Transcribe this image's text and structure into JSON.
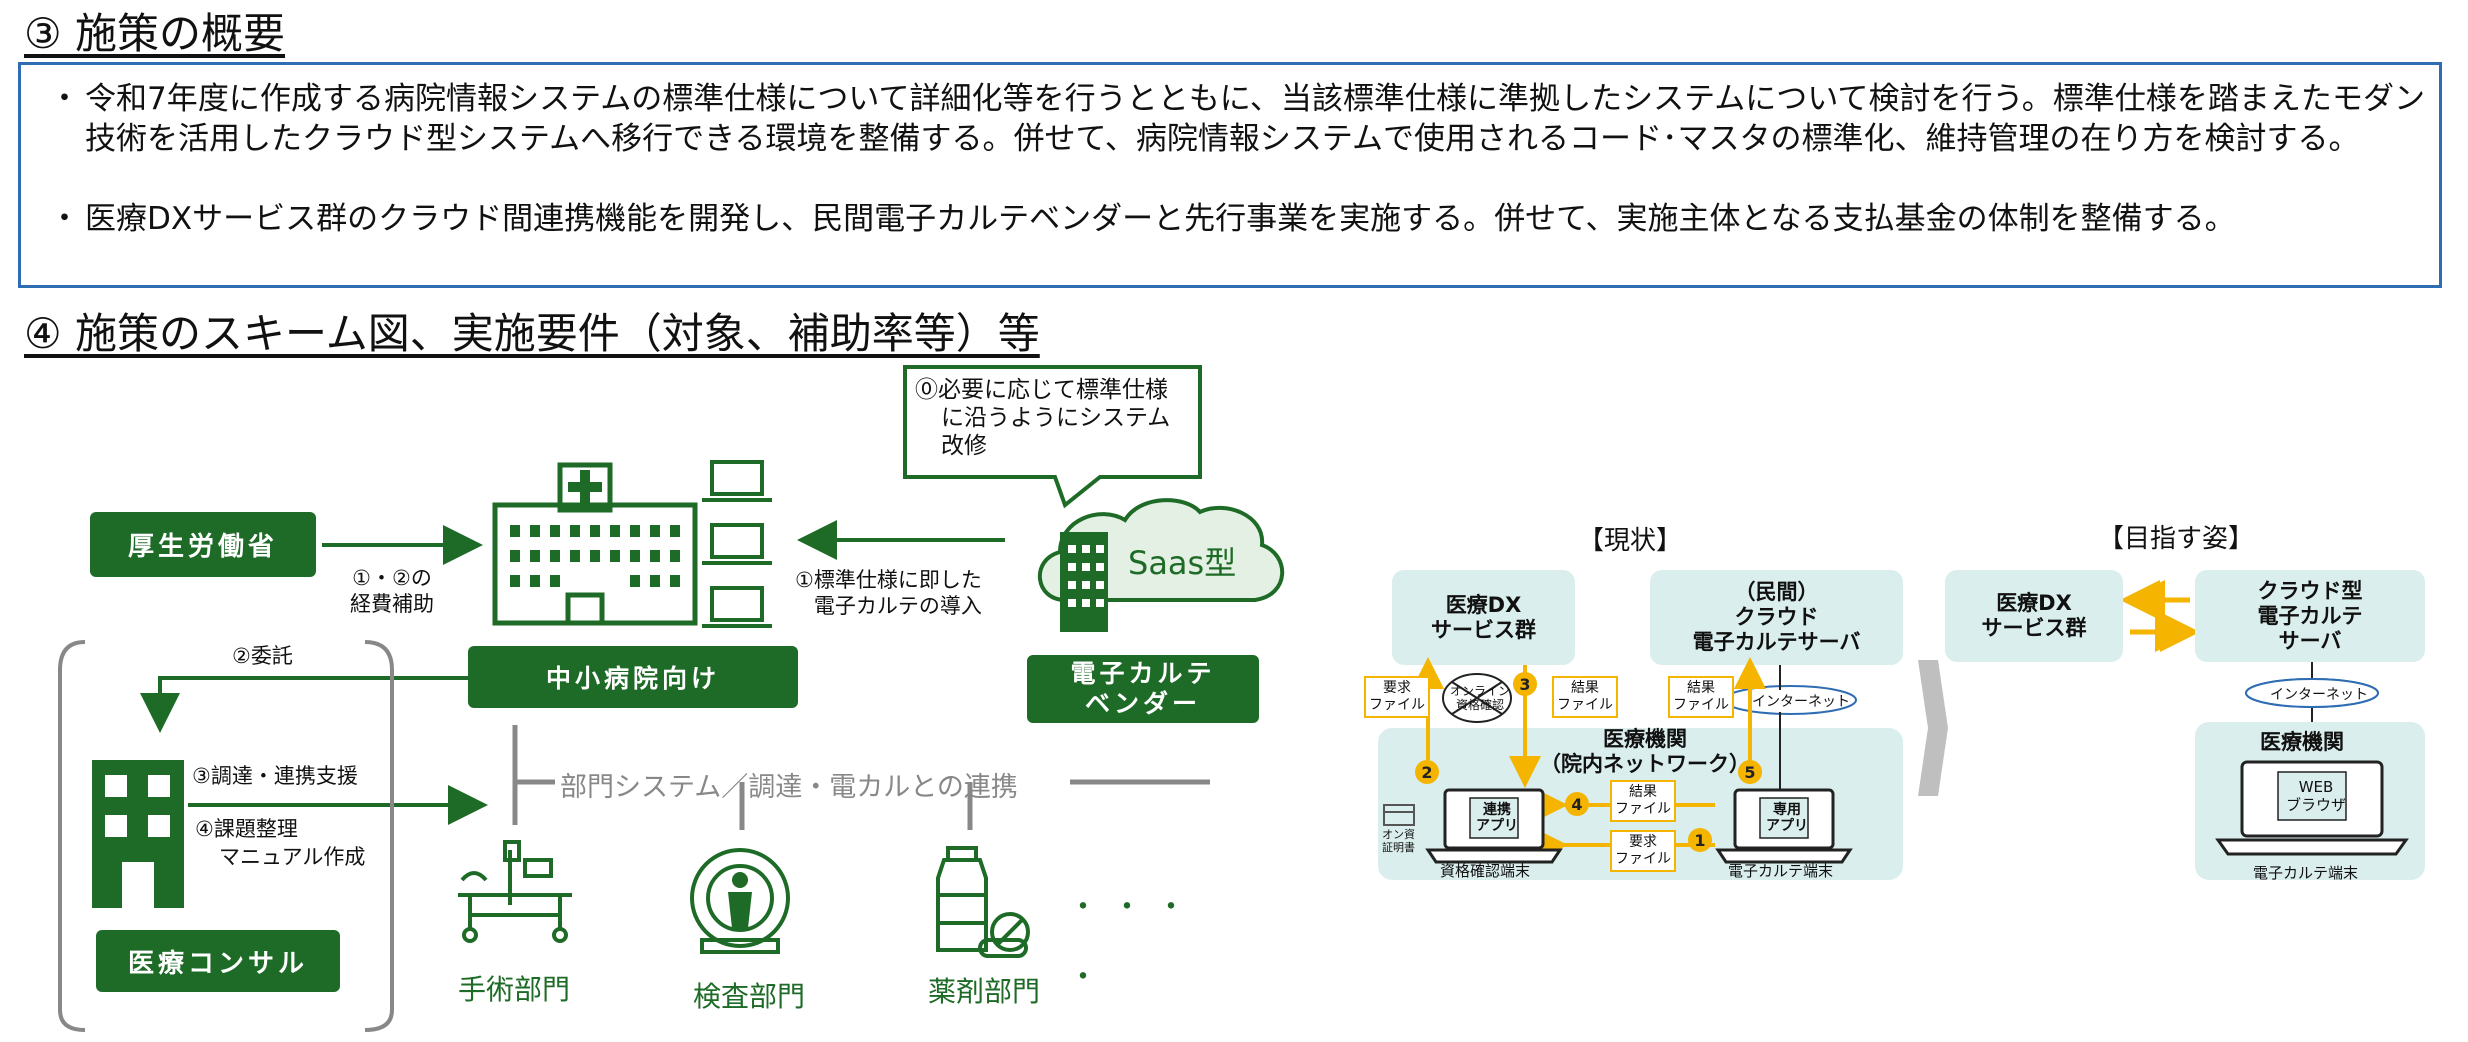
{
  "section3": {
    "title": "③ 施策の概要",
    "bullet_mark": "・",
    "bullets": [
      "令和7年度に作成する病院情報システムの標準仕様について詳細化等を行うとともに、当該標準仕様に準拠したシステムについて検討を行う。標準仕様を踏まえたモダン技術を活用したクラウド型システムへ移行できる環境を整備する。併せて、病院情報システムで使用されるコード･マスタの標準化、維持管理の在り方を検討する。",
      "医療DXサービス群のクラウド間連携機能を開発し、民間電子カルテベンダーと先行事業を実施する。併せて、実施主体となる支払基金の体制を整備する。"
    ]
  },
  "section4": {
    "title": "④ 施策のスキーム図、実施要件（対象、補助率等）等"
  },
  "scheme": {
    "mhlw": "厚生労働省",
    "hospital": "中小病院向け",
    "vendor_line1": "電子カルテ",
    "vendor_line2": "ベンダー",
    "consul": "医療コンサル",
    "saas": "Saas型",
    "callout_line1": "⓪必要に応じて標準仕様",
    "callout_line2": "に沿うようにシステム",
    "callout_line3": "改修",
    "label_subsidy_line1": "①・②の",
    "label_subsidy_line2": "経費補助",
    "label_intro_line1": "①標準仕様に即した",
    "label_intro_line2": "電子カルテの導入",
    "label_itaku": "②委託",
    "label_support": "③調達・連携支援",
    "label_issue_line1": "④課題整理",
    "label_issue_line2": "マニュアル作成",
    "dept_link": "部門システム／調達・電カルとの連携",
    "dept_surgery": "手術部門",
    "dept_exam": "検査部門",
    "dept_pharmacy": "薬剤部門",
    "dots": "・・・",
    "dot_single": "・"
  },
  "current": {
    "title": "【現状】",
    "dx": "医療DX\nサービス群",
    "cloud_server": "（民間）\nクラウド\n電子カルテサーバ",
    "facility": "医療機関\n（院内ネットワーク）",
    "online": "オンライン\n資格確認",
    "internet": "インターネット",
    "req_file": "要求\nファイル",
    "res_file": "結果\nファイル",
    "renkei_app": "連携\nアプリ",
    "dedicated_app": "専用\nアプリ",
    "terminal_qual": "資格確認端末",
    "terminal_emr": "電子カルテ端末",
    "certificate": "オン資\n証明書",
    "nums": [
      "1",
      "2",
      "3",
      "4",
      "5"
    ]
  },
  "target": {
    "title": "【目指す姿】",
    "dx": "医療DX\nサービス群",
    "cloud": "クラウド型\n電子カルテ\nサーバ",
    "internet": "インターネット",
    "facility": "医療機関",
    "browser": "WEB\nブラウザ",
    "terminal": "電子カルテ端末"
  },
  "colors": {
    "green": "#1e6b27",
    "blue": "#2e6db3",
    "yellow": "#f4b400",
    "panel": "#daeeed"
  }
}
